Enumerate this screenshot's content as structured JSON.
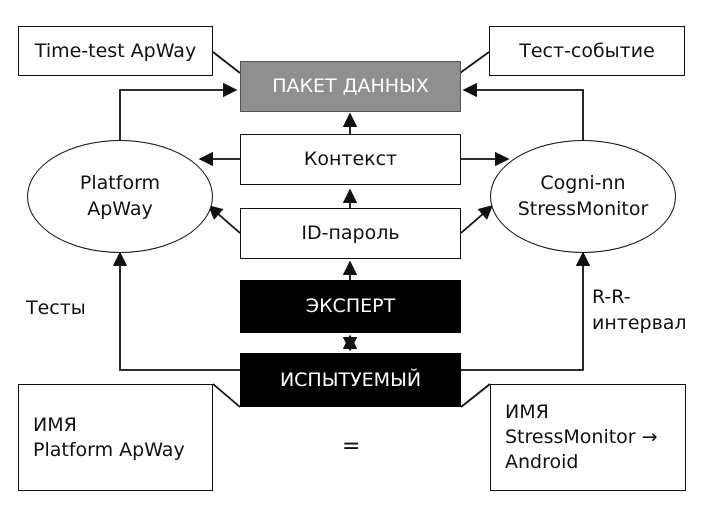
{
  "top_left_box": "Time-test ApWay",
  "top_right_box": "Тест-событие",
  "data_packet": "ПАКЕТ ДАННЫХ",
  "context": "Контекст",
  "id_password": "ID-пароль",
  "expert": "ЭКСПЕРТ",
  "subject": "ИСПЫТУЕМЫЙ",
  "platform_ellipse": "Platform\nApWay",
  "stressmonitor_ellipse": "Cogni-nn\nStressMonitor",
  "tests_label": "Тесты",
  "rr_label": "R-R-\nинтервал",
  "bottom_left_box": "ИМЯ\nPlatform ApWay",
  "bottom_right_box": "ИМЯ\nStressMonitor →\nAndroid",
  "equals": "="
}
